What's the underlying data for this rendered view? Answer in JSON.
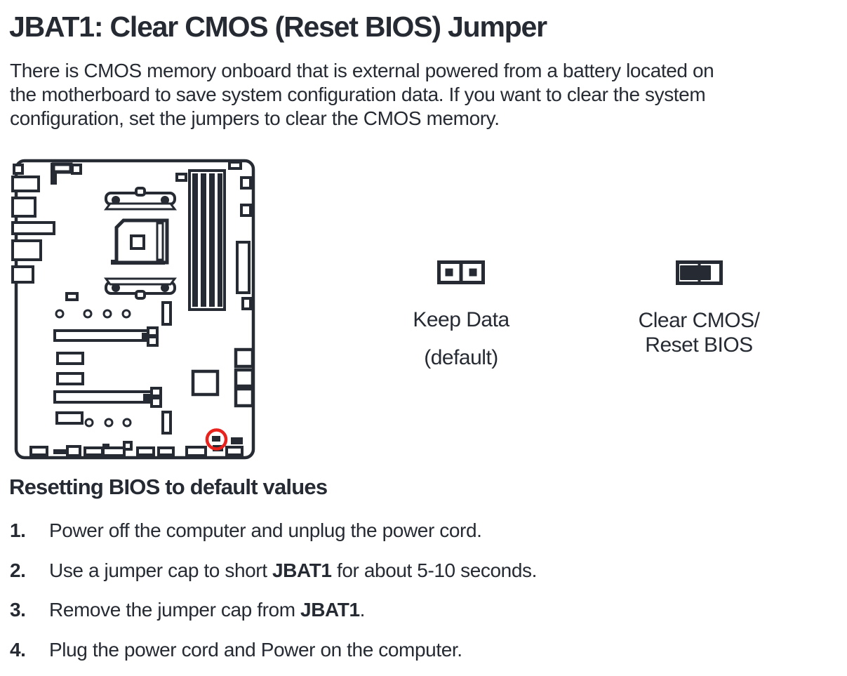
{
  "doc": {
    "title": "JBAT1: Clear CMOS (Reset BIOS) Jumper",
    "intro_lines": [
      "There is CMOS memory onboard that is external powered from a battery located on",
      "the motherboard to save system configuration data. If you want to clear the system",
      "configuration, set the jumpers to clear the CMOS memory."
    ],
    "diagram": {
      "name": "motherboard-layout",
      "highlighted_jumper": "JBAT1"
    },
    "jumper_states": [
      {
        "icon": "jumper-open-icon",
        "line1": "Keep Data",
        "line2": "(default)"
      },
      {
        "icon": "jumper-capped-icon",
        "line1": "Clear CMOS/",
        "line2": "Reset BIOS"
      }
    ],
    "section_heading": "Resetting BIOS to default values",
    "steps": [
      {
        "num": "1.",
        "pre": "Power off the computer and unplug the power cord.",
        "bold": "",
        "post": ""
      },
      {
        "num": "2.",
        "pre": "Use a jumper cap to short ",
        "bold": "JBAT1",
        "post": " for about 5-10 seconds."
      },
      {
        "num": "3.",
        "pre": "Remove the jumper cap from ",
        "bold": "JBAT1",
        "post": "."
      },
      {
        "num": "4.",
        "pre": "Plug the power cord and Power on the computer.",
        "bold": "",
        "post": ""
      }
    ],
    "colors": {
      "text": "#262b33",
      "highlight_red": "#e8231d"
    }
  }
}
